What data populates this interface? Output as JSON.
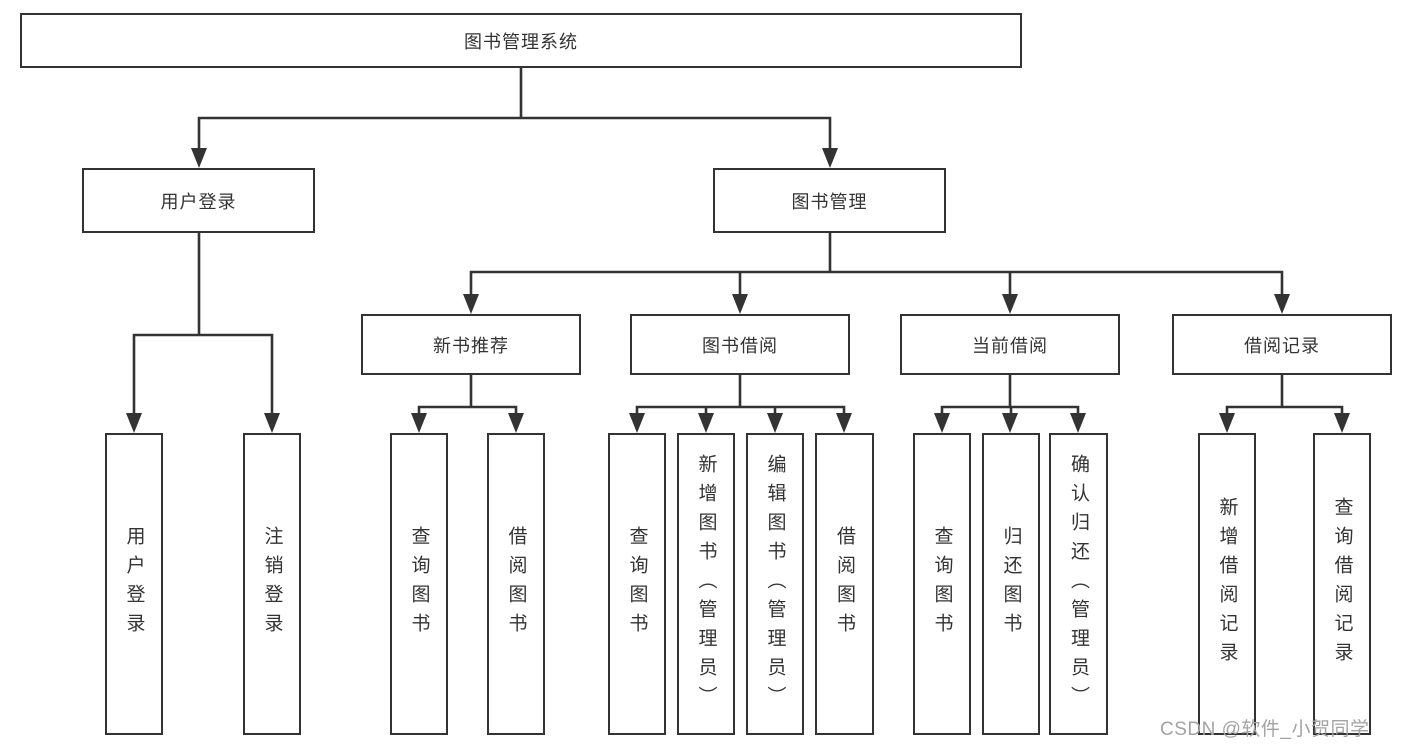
{
  "diagram": {
    "root_label": "图书管理系统",
    "level2": [
      {
        "label": "用户登录"
      },
      {
        "label": "图书管理"
      }
    ],
    "level3": [
      {
        "label": "新书推荐"
      },
      {
        "label": "图书借阅"
      },
      {
        "label": "当前借阅"
      },
      {
        "label": "借阅记录"
      }
    ],
    "leaves": {
      "user_login": [
        "用户登录",
        "注销登录"
      ],
      "new_book": [
        "查询图书",
        "借阅图书"
      ],
      "book_borrow": [
        "查询图书",
        "新增图书（管理员）",
        "编辑图书（管理员）",
        "借阅图书"
      ],
      "current_borrow": [
        "查询图书",
        "归还图书",
        "确认归还（管理员）"
      ],
      "borrow_record": [
        "新增借阅记录",
        "查询借阅记录"
      ]
    }
  },
  "watermark": {
    "text": "CSDN @软件_小贺同学"
  },
  "colors": {
    "line": "#333333",
    "text": "#333333",
    "watermark": "#a3a3a3",
    "background": "#ffffff"
  }
}
